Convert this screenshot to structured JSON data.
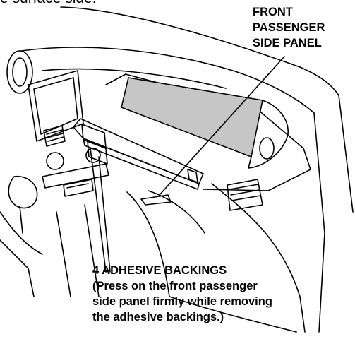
{
  "top_text": "e surface side.",
  "labels": {
    "front_panel_lines": [
      "FRONT",
      "PASSENGER",
      "SIDE PANEL"
    ],
    "adhesive_title": "4 ADHESIVE BACKINGS",
    "adhesive_note_lines": [
      "(Press on the front passenger",
      "side panel firmly while removing",
      "the adhesive backings.)"
    ]
  },
  "colors": {
    "line": "#000000",
    "panel_fill": "#c6c6c6",
    "background": "#ffffff"
  }
}
